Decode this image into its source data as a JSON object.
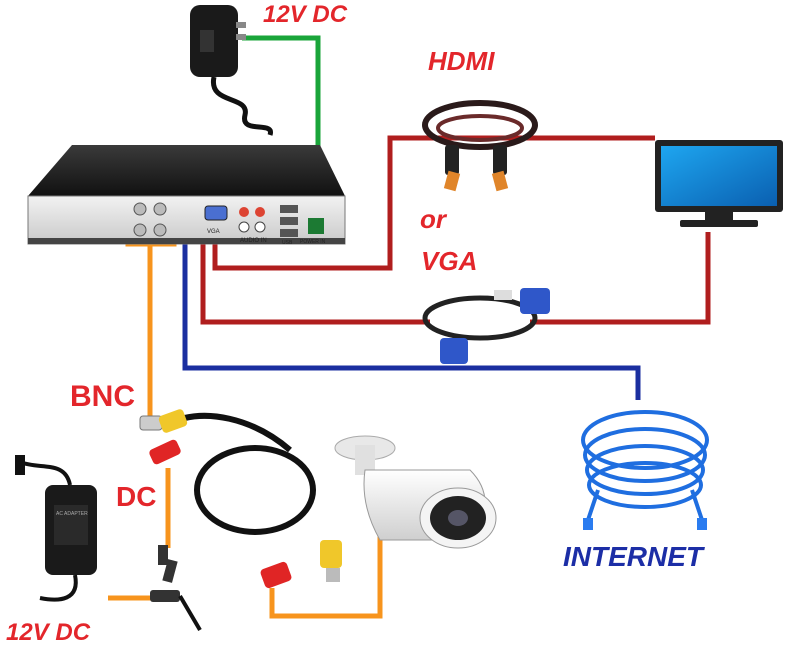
{
  "labels": {
    "dvr_power": "12V DC",
    "hdmi": "HDMI",
    "or": "or",
    "vga": "VGA",
    "bnc": "BNC",
    "dc": "DC",
    "psu_power": "12V DC",
    "internet": "INTERNET"
  },
  "device_text": {
    "audio_in": "AUDIO IN",
    "power_in": "POWER IN",
    "vga_port": "VGA",
    "usb": "USB",
    "adapter_brand": "AC ADAPTER"
  },
  "colors": {
    "red_label": "#e3262b",
    "blue_label": "#1c2ea6",
    "power_wire": "#1aa53a",
    "video_wire": "#b01e1e",
    "network_wire": "#1b2fa0",
    "bnc_wire": "#f7941d"
  },
  "icons": [
    "power-adapter-icon",
    "dvr-recorder-icon",
    "monitor-icon",
    "hdmi-cable-icon",
    "vga-cable-icon",
    "network-cable-icon",
    "bullet-camera-icon",
    "bnc-power-cable-icon",
    "power-supply-icon",
    "power-splitter-icon"
  ]
}
